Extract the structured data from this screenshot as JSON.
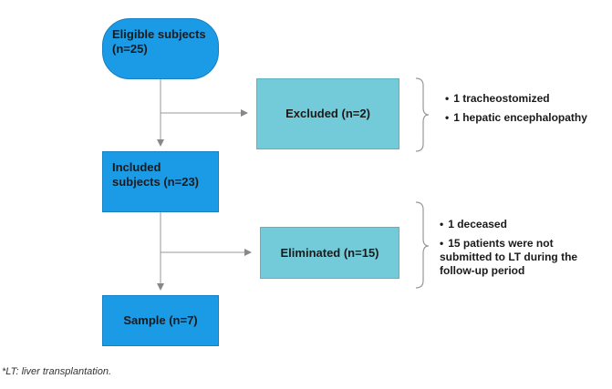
{
  "nodes": {
    "eligible": {
      "line1": "Eligible subjects",
      "line2": "(n=25)"
    },
    "excluded": {
      "label": "Excluded (n=2)"
    },
    "included": {
      "line1": "Included",
      "line2": "subjects (n=23)"
    },
    "eliminated": {
      "label": "Eliminated (n=15)"
    },
    "sample": {
      "label": "Sample (n=7)"
    }
  },
  "excluded_reasons": [
    "1 tracheostomized",
    "1 hepatic encephalopathy"
  ],
  "eliminated_reasons": [
    "1 deceased",
    "15 patients were not",
    "submitted to LT during the",
    "follow-up period"
  ],
  "footnote": "*LT: liver transplantation.",
  "colors": {
    "main_box": "#1b9ae6",
    "side_box": "#73cbd9",
    "connector": "#999999"
  }
}
